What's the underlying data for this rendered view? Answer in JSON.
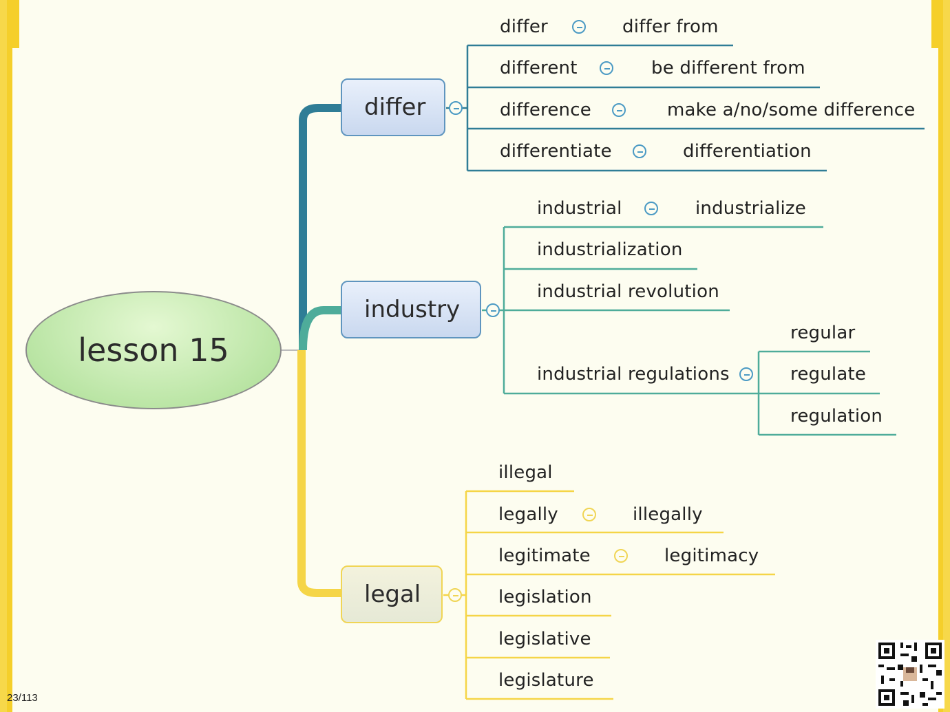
{
  "colors": {
    "page_background": "#f5cf2a",
    "slide_background": "#fdfdf0",
    "branch_differ": "#2f7d96",
    "branch_industry": "#4eac9a",
    "branch_legal": "#f5d547",
    "root_fill": "#b7e4a3"
  },
  "root": {
    "label": "lesson 15"
  },
  "differ": {
    "label": "differ",
    "rows": [
      {
        "word": "differ",
        "derived": "differ from"
      },
      {
        "word": "different",
        "derived": "be different from"
      },
      {
        "word": "difference",
        "derived": "make a/no/some difference"
      },
      {
        "word": "differentiate",
        "derived": "differentiation"
      }
    ]
  },
  "industry": {
    "label": "industry",
    "rows": [
      {
        "word": "industrial",
        "derived": "industrialize"
      },
      {
        "word": "industrialization"
      },
      {
        "word": "industrial revolution"
      },
      {
        "word": "industrial regulations",
        "children": [
          "regular",
          "regulate",
          "regulation"
        ]
      }
    ]
  },
  "legal": {
    "label": "legal",
    "rows": [
      {
        "word": "illegal"
      },
      {
        "word": "legally",
        "derived": "illegally"
      },
      {
        "word": "legitimate",
        "derived": "legitimacy"
      },
      {
        "word": "legislation"
      },
      {
        "word": "legislative"
      },
      {
        "word": "legislature"
      }
    ]
  },
  "footer": {
    "page_number": "23/113",
    "qr_icon": "qr-code-icon"
  }
}
